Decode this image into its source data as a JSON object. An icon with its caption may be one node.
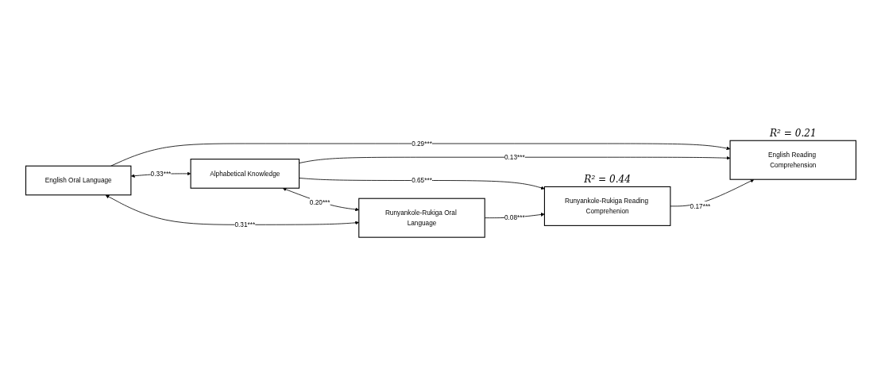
{
  "diagram": {
    "nodes": [
      {
        "text": [
          "English Oral Language"
        ]
      },
      {
        "text": [
          "English Reading Comprehension"
        ],
        "beside": [
          "R² = 0.21"
        ]
      },
      {
        "text": [
          "Alphabetical Knowledge"
        ]
      },
      {
        "text": [
          "Runyankole-Rukiga Reading Comprehenion"
        ],
        "beside": [
          "R² = 0.44"
        ]
      },
      {
        "text": [
          "Runyankole-Rukiga Oral Language"
        ]
      }
    ],
    "edges": [
      {
        "from": 0,
        "to": 1,
        "arrow": "to",
        "label": "0.29***"
      },
      {
        "from": 2,
        "to": 1,
        "arrow": "to",
        "label": "0.13***"
      },
      {
        "from": 2,
        "to": 3,
        "arrow": "to",
        "label": "0.65***"
      },
      {
        "from": 4,
        "to": 3,
        "arrow": "to",
        "label": "0.08***"
      },
      {
        "from": 3,
        "to": 1,
        "arrow": "to",
        "label": "0.17***"
      },
      {
        "from": 0,
        "to": 2,
        "arrow": "both",
        "label": "0.33***"
      },
      {
        "from": 2,
        "to": 4,
        "arrow": "both",
        "label": "0.20***"
      },
      {
        "from": 0,
        "to": 4,
        "arrow": "both",
        "label": "0.31***"
      }
    ]
  }
}
